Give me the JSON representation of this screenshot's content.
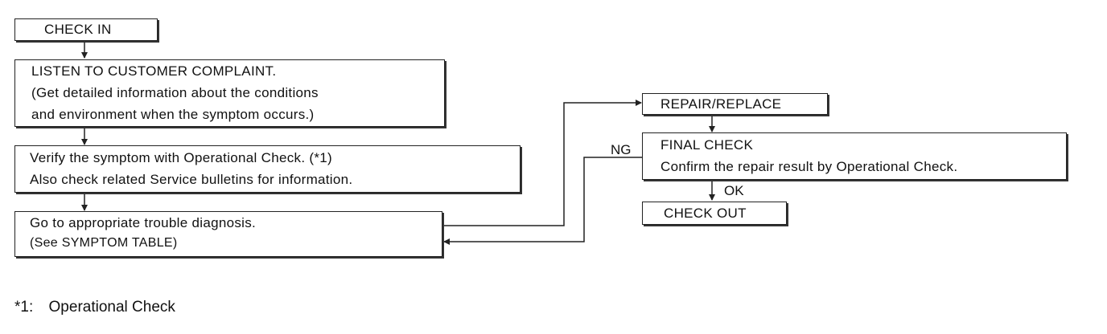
{
  "boxes": {
    "check_in": {
      "lines": [
        "CHECK  IN"
      ]
    },
    "listen": {
      "lines": [
        "LISTEN  TO  CUSTOMER  COMPLAINT.",
        "(Get  detailed  information  about  the  conditions",
        "and  environment  when  the  symptom  occurs.)"
      ]
    },
    "verify": {
      "lines": [
        "Verify  the  symptom  with  Operational  Check.  (*1)",
        "Also  check  related  Service  bulletins  for  information."
      ]
    },
    "diagnosis": {
      "lines": [
        "Go  to  appropriate  trouble  diagnosis.",
        "(See SYMPTOM TABLE)"
      ]
    },
    "repair": {
      "lines": [
        "REPAIR/REPLACE"
      ]
    },
    "final_check": {
      "lines": [
        "FINAL  CHECK",
        "Confirm  the  repair  result  by  Operational  Check."
      ]
    },
    "check_out": {
      "lines": [
        "CHECK  OUT"
      ]
    }
  },
  "edge_labels": {
    "ng": "NG",
    "ok": "OK"
  },
  "footnote": {
    "marker": "*1:",
    "text": "Operational Check"
  }
}
